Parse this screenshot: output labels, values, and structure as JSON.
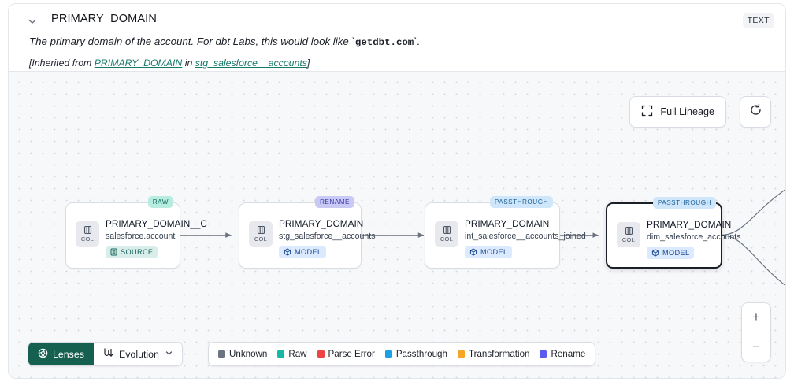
{
  "header": {
    "collapse_icon": "chevron-down-icon",
    "title": "PRIMARY_DOMAIN",
    "type_badge": "TEXT",
    "description_prefix": "The primary domain of the account. For dbt Labs, this would look like `",
    "description_code": "getdbt.com",
    "description_suffix": "`.",
    "inherited_open": "[Inherited from ",
    "inherited_link1": "PRIMARY_DOMAIN",
    "inherited_mid": " in ",
    "inherited_link2": "stg_salesforce__accounts",
    "inherited_close": "]"
  },
  "controls": {
    "full_lineage_label": "Full Lineage",
    "full_lineage_icon": "expand-icon",
    "refresh_icon": "refresh-icon",
    "zoom_in_label": "+",
    "zoom_out_label": "−"
  },
  "graph": {
    "nodes": [
      {
        "tag": "RAW",
        "tag_class": "raw",
        "chip_label": "COL",
        "title": "PRIMARY_DOMAIN__C",
        "subtitle": "salesforce.account",
        "kind_label": "SOURCE",
        "kind_class": "source",
        "selected": false
      },
      {
        "tag": "RENAME",
        "tag_class": "rename",
        "chip_label": "COL",
        "title": "PRIMARY_DOMAIN",
        "subtitle": "stg_salesforce__accounts",
        "kind_label": "MODEL",
        "kind_class": "model",
        "selected": false
      },
      {
        "tag": "PASSTHROUGH",
        "tag_class": "passthrough",
        "chip_label": "COL",
        "title": "PRIMARY_DOMAIN",
        "subtitle": "int_salesforce__accounts_joined",
        "kind_label": "MODEL",
        "kind_class": "model",
        "selected": false
      },
      {
        "tag": "PASSTHROUGH",
        "tag_class": "passthrough",
        "chip_label": "COL",
        "title": "PRIMARY_DOMAIN",
        "subtitle": "dim_salesforce_accounts",
        "kind_label": "MODEL",
        "kind_class": "model",
        "selected": true
      }
    ]
  },
  "toolbar": {
    "lenses_label": "Lenses",
    "lenses_icon": "aperture-icon",
    "evolution_label": "Evolution",
    "evolution_icon": "flow-icon",
    "evolution_caret": "chevron-down-icon",
    "legend": [
      {
        "label": "Unknown",
        "color": "#6b7280"
      },
      {
        "label": "Raw",
        "color": "#14b8a6"
      },
      {
        "label": "Parse Error",
        "color": "#ef4444"
      },
      {
        "label": "Passthrough",
        "color": "#1ca0e3"
      },
      {
        "label": "Transformation",
        "color": "#f5a623"
      },
      {
        "label": "Rename",
        "color": "#5b5bef"
      }
    ]
  }
}
